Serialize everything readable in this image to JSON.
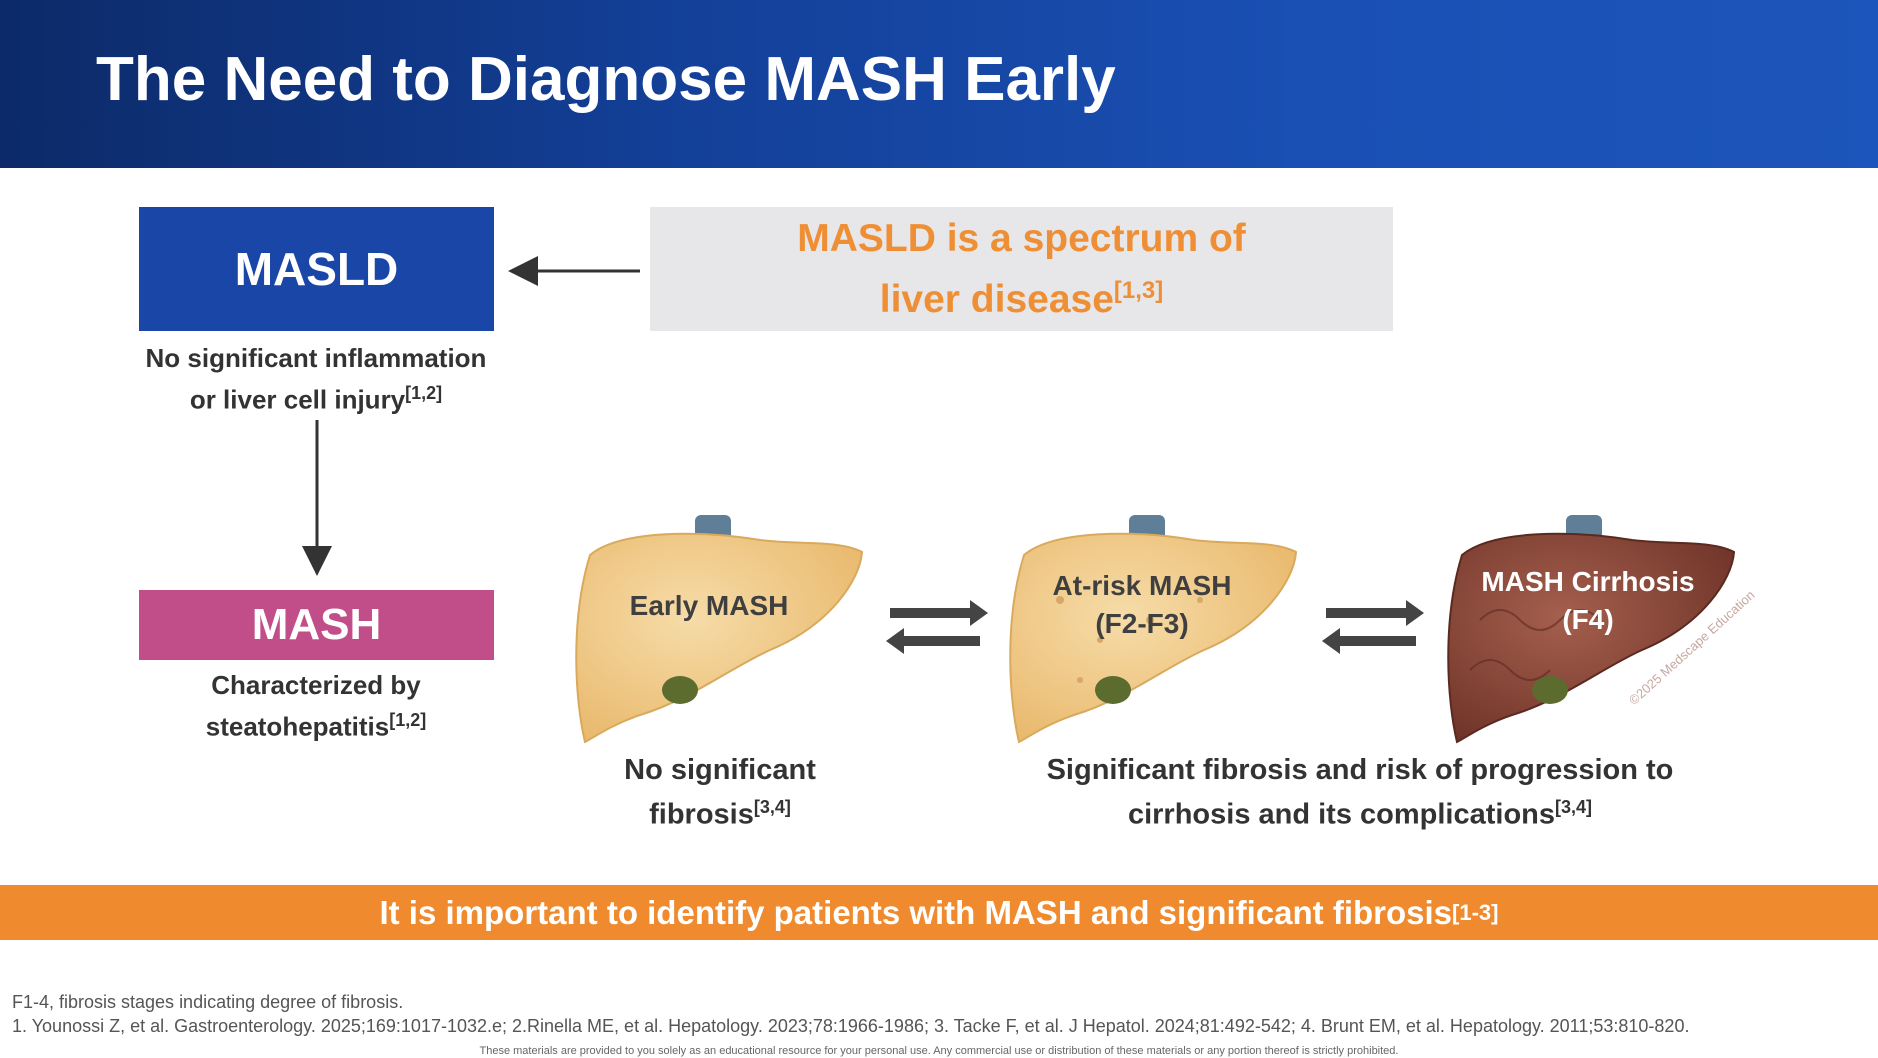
{
  "header": {
    "title": "The Need to Diagnose MASH Early"
  },
  "masld": {
    "label": "MASLD",
    "caption_line1": "No significant inflammation",
    "caption_line2": "or liver cell injury",
    "caption_ref": "[1,2]"
  },
  "spectrum": {
    "line1": "MASLD is a spectrum of",
    "line2": "liver disease",
    "ref": "[1,3]"
  },
  "mash": {
    "label": "MASH",
    "caption_line1": "Characterized by",
    "caption_line2": "steatohepatitis",
    "caption_ref": "[1,2]"
  },
  "livers": [
    {
      "line1": "Early MASH",
      "line2": ""
    },
    {
      "line1": "At-risk MASH",
      "line2": "(F2-F3)"
    },
    {
      "line1": "MASH Cirrhosis",
      "line2": "(F4)"
    }
  ],
  "captions": {
    "no_fibrosis_line1": "No significant",
    "no_fibrosis_line2": "fibrosis",
    "no_fibrosis_ref": "[3,4]",
    "sig_fibrosis_line1": "Significant fibrosis and risk of progression to",
    "sig_fibrosis_line2": "cirrhosis and its complications",
    "sig_fibrosis_ref": "[3,4]"
  },
  "banner": {
    "text": "It is important to identify patients with MASH and significant fibrosis",
    "ref": "[1-3]"
  },
  "footnotes": {
    "line1": "F1-4, fibrosis stages indicating degree of fibrosis.",
    "line2": "1. Younossi Z, et al. Gastroenterology. 2025;169:1017-1032.e; 2.Rinella ME, et al. Hepatology. 2023;78:1966-1986; 3. Tacke F, et al. J Hepatol. 2024;81:492-542; 4. Brunt EM, et al. Hepatology. 2011;53:810-820.",
    "disclaimer": "These materials are provided to you solely as an educational resource for your personal use. Any commercial use or distribution of these materials or any portion thereof is strictly prohibited.",
    "watermark": "©2025 Medscape Education"
  },
  "colors": {
    "header_blue": "#1a50b4",
    "masld_blue": "#1a47a7",
    "mash_pink": "#c24e89",
    "accent_orange": "#ef8a2f",
    "liver_healthy": "#f2cf93",
    "liver_cirrhotic": "#8b4a3c"
  }
}
